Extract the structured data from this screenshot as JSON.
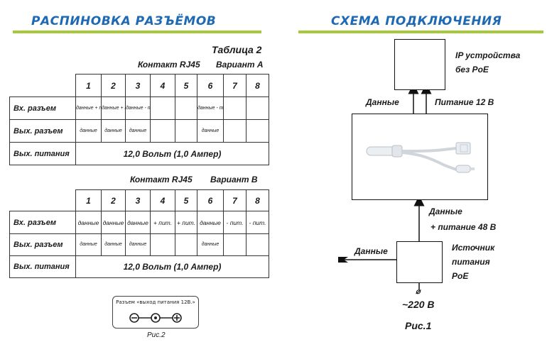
{
  "left_title": "РАСПИНОВКА РАЗЪЁМОВ",
  "right_title": "СХЕМА ПОДКЛЮЧЕНИЯ",
  "colors": {
    "heading": "#1d69b4",
    "accent_bar": "#a6c93a"
  },
  "table_a": {
    "caption": "Таблица 2",
    "contact": "Контакт RJ45",
    "variant": "Вариант А",
    "pins": [
      "1",
      "2",
      "3",
      "4",
      "5",
      "6",
      "7",
      "8"
    ],
    "rows": [
      {
        "label": "Вх. разъем",
        "cells": [
          "данные + пит.",
          "данные + пит.",
          "данные - пит.",
          "",
          "",
          "данные - пит.",
          "",
          ""
        ]
      },
      {
        "label": "Вых. разъем",
        "cells": [
          "данные",
          "данные",
          "данные",
          "",
          "",
          "данные",
          "",
          ""
        ]
      }
    ],
    "power_label": "Вых. питания",
    "power_value": "12,0 Вольт (1,0 Ампер)"
  },
  "table_b": {
    "contact": "Контакт RJ45",
    "variant": "Вариант В",
    "pins": [
      "1",
      "2",
      "3",
      "4",
      "5",
      "6",
      "7",
      "8"
    ],
    "rows": [
      {
        "label": "Вх. разъем",
        "cells": [
          "данные",
          "данные",
          "данные",
          "+ пит.",
          "+ пит.",
          "данные",
          "- пит.",
          "- пит."
        ]
      },
      {
        "label": "Вых. разъем",
        "cells": [
          "данные",
          "данные",
          "данные",
          "",
          "",
          "данные",
          "",
          ""
        ]
      }
    ],
    "power_label": "Вых. питания",
    "power_value": "12,0 Вольт (1,0 Ампер)"
  },
  "fig2": {
    "title": "Разъем «выход питания 12В.»",
    "caption": "Рис.2"
  },
  "schema": {
    "device_line1": "IP устройства",
    "device_line2": "без PoE",
    "data_label": "Данные",
    "power12_label": "Питание 12 В",
    "data_power48_line1": "Данные",
    "data_power48_line2": "+ питание 48 В",
    "input_data_label": "Данные",
    "source_line1": "Источник",
    "source_line2": "питания",
    "source_line3": "PoE",
    "mains_symbol": "⌀",
    "mains_label": "~220 В",
    "caption": "Рис.1"
  }
}
